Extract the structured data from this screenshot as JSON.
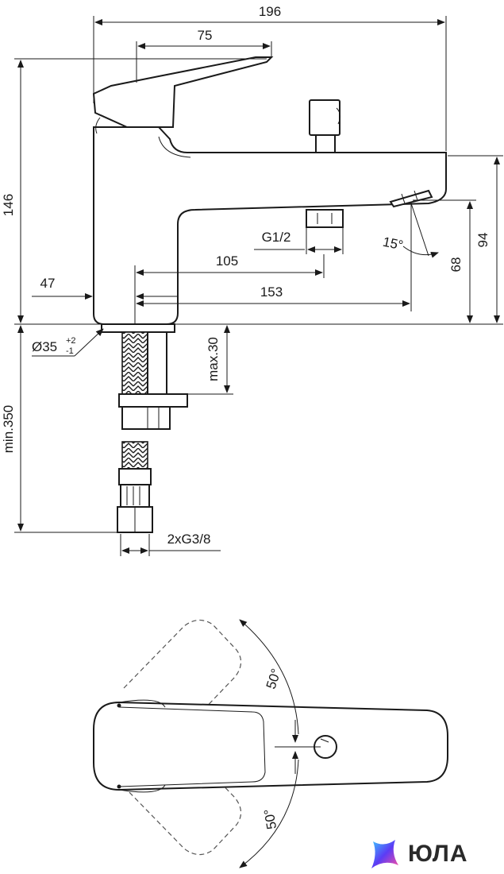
{
  "dimensions": {
    "total_width": "196",
    "lever_length": "75",
    "total_height": "146",
    "outlet_thread": "G1/2",
    "outlet_distance": "105",
    "base_offset": "47",
    "spout_reach": "153",
    "spout_angle": "15°",
    "outlet_height": "68",
    "spout_height": "94",
    "hole_diameter": "Ø35",
    "hole_tolerance_plus": "+2",
    "hole_tolerance_minus": "-1",
    "deck_thickness": "max.30",
    "hose_length": "min.350",
    "hose_connection": "2xG3/8",
    "rotation_angle_top": "50°",
    "rotation_angle_bottom": "50°"
  },
  "brand": {
    "name": "ЮЛА",
    "colors": [
      "#5b3cf5",
      "#ff4fa0",
      "#3cc8ff"
    ]
  }
}
